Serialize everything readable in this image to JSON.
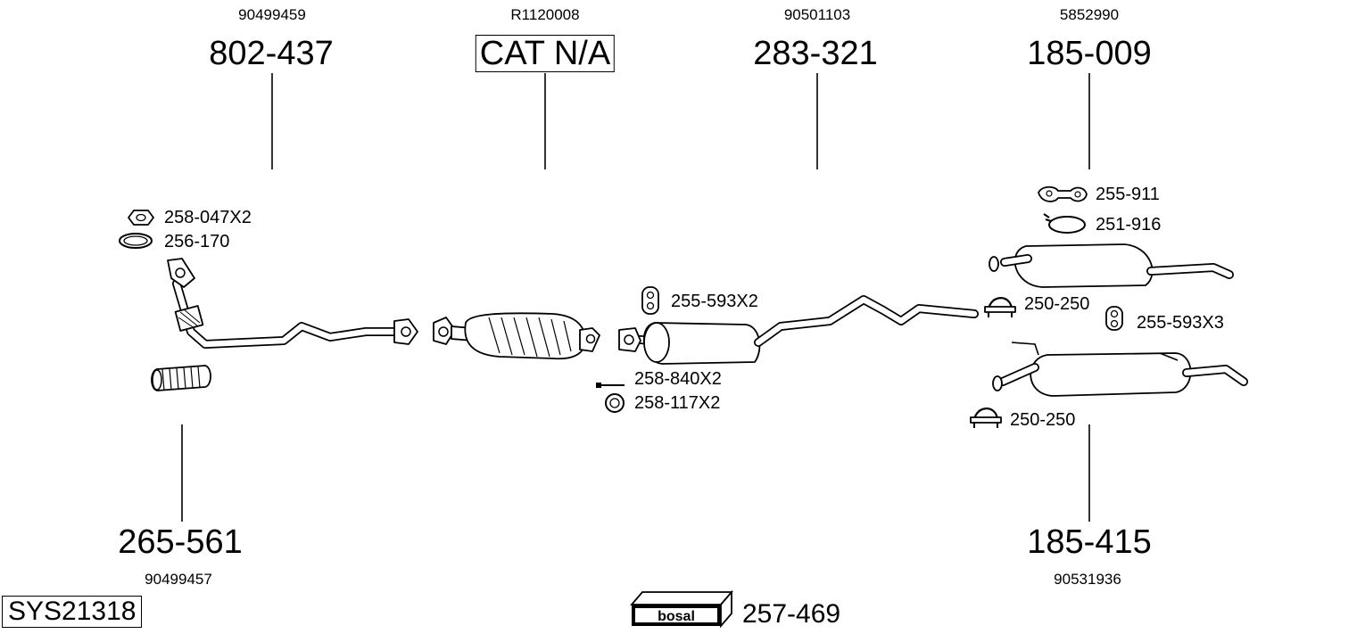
{
  "system": {
    "code": "SYS21318"
  },
  "brand": {
    "logo_text": "bosal",
    "code": "257-469"
  },
  "main_parts": [
    {
      "oem": "90499459",
      "part": "802-437"
    },
    {
      "oem": "R1120008",
      "part": "CAT N/A"
    },
    {
      "oem": "90501103",
      "part": "283-321"
    },
    {
      "oem": "5852990",
      "part": "185-009"
    },
    {
      "oem": "90499457",
      "part": "265-561"
    },
    {
      "oem": "90531936",
      "part": "185-415"
    }
  ],
  "accessories": [
    {
      "code": "258-047X2",
      "icon": "nut-icon"
    },
    {
      "code": "256-170",
      "icon": "gasket-ring-icon"
    },
    {
      "code": "255-593X2",
      "icon": "rubber-mount-icon"
    },
    {
      "code": "258-840X2",
      "icon": "bolt-icon"
    },
    {
      "code": "258-117X2",
      "icon": "washer-icon"
    },
    {
      "code": "255-911",
      "icon": "hanger-bracket-icon"
    },
    {
      "code": "251-916",
      "icon": "clamp-icon"
    },
    {
      "code": "250-250",
      "icon": "u-clamp-icon"
    },
    {
      "code": "255-593X3",
      "icon": "rubber-mount-icon"
    },
    {
      "code": "250-250",
      "icon": "u-clamp-icon"
    }
  ]
}
